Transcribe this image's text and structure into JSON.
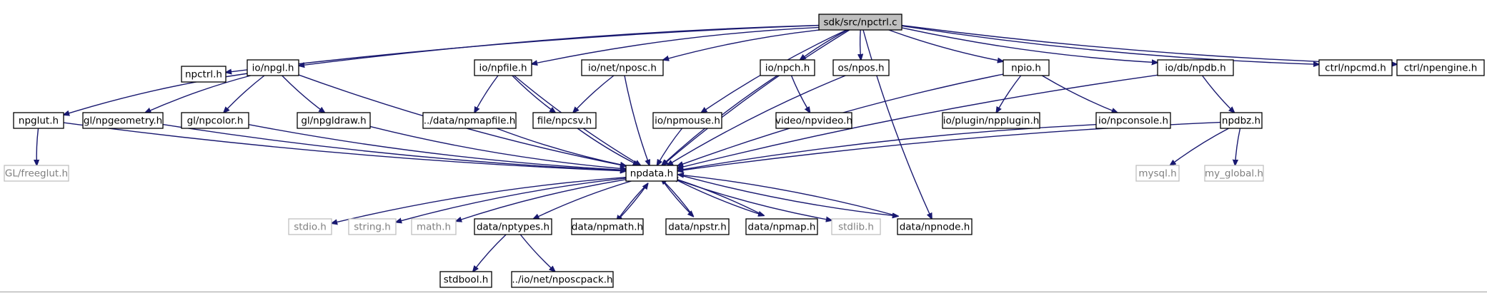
{
  "diagram": {
    "type": "include-dependency-graph",
    "root": "root",
    "nodes": [
      {
        "id": "root",
        "label": "sdk/src/npctrl.c",
        "kind": "root",
        "clickable": false
      },
      {
        "id": "npctrl_h",
        "label": "npctrl.h",
        "kind": "file",
        "clickable": true
      },
      {
        "id": "io_npgl",
        "label": "io/npgl.h",
        "kind": "file",
        "clickable": true
      },
      {
        "id": "io_npfile",
        "label": "io/npfile.h",
        "kind": "file",
        "clickable": true
      },
      {
        "id": "io_net_nposc",
        "label": "io/net/nposc.h",
        "kind": "file",
        "clickable": true
      },
      {
        "id": "io_npch",
        "label": "io/npch.h",
        "kind": "file",
        "clickable": true
      },
      {
        "id": "os_npos",
        "label": "os/npos.h",
        "kind": "file",
        "clickable": true
      },
      {
        "id": "npio",
        "label": "npio.h",
        "kind": "file",
        "clickable": true
      },
      {
        "id": "io_db_npdb",
        "label": "io/db/npdb.h",
        "kind": "file",
        "clickable": true
      },
      {
        "id": "ctrl_npcmd",
        "label": "ctrl/npcmd.h",
        "kind": "file",
        "clickable": true
      },
      {
        "id": "ctrl_npengine",
        "label": "ctrl/npengine.h",
        "kind": "file",
        "clickable": true
      },
      {
        "id": "npglut",
        "label": "npglut.h",
        "kind": "file",
        "clickable": true
      },
      {
        "id": "gl_npgeometry",
        "label": "gl/npgeometry.h",
        "kind": "file",
        "clickable": true
      },
      {
        "id": "gl_npcolor",
        "label": "gl/npcolor.h",
        "kind": "file",
        "clickable": true
      },
      {
        "id": "gl_npgldraw",
        "label": "gl/npgldraw.h",
        "kind": "file",
        "clickable": true
      },
      {
        "id": "data_npmapfile",
        "label": "../data/npmapfile.h",
        "kind": "file",
        "clickable": true
      },
      {
        "id": "file_npcsv",
        "label": "file/npcsv.h",
        "kind": "file",
        "clickable": true
      },
      {
        "id": "io_npmouse",
        "label": "io/npmouse.h",
        "kind": "file",
        "clickable": true
      },
      {
        "id": "video_npvideo",
        "label": "video/npvideo.h",
        "kind": "file",
        "clickable": true
      },
      {
        "id": "io_plugin_npplugin",
        "label": "io/plugin/npplugin.h",
        "kind": "file",
        "clickable": true
      },
      {
        "id": "io_npconsole",
        "label": "io/npconsole.h",
        "kind": "file",
        "clickable": true
      },
      {
        "id": "npdbz",
        "label": "npdbz.h",
        "kind": "file",
        "clickable": true
      },
      {
        "id": "gl_freeglut",
        "label": "GL/freeglut.h",
        "kind": "missing",
        "clickable": false
      },
      {
        "id": "npdata",
        "label": "npdata.h",
        "kind": "file",
        "clickable": true
      },
      {
        "id": "mysql",
        "label": "mysql.h",
        "kind": "missing",
        "clickable": false
      },
      {
        "id": "my_global",
        "label": "my_global.h",
        "kind": "missing",
        "clickable": false
      },
      {
        "id": "stdio",
        "label": "stdio.h",
        "kind": "missing",
        "clickable": false
      },
      {
        "id": "string",
        "label": "string.h",
        "kind": "missing",
        "clickable": false
      },
      {
        "id": "math",
        "label": "math.h",
        "kind": "missing",
        "clickable": false
      },
      {
        "id": "data_nptypes",
        "label": "data/nptypes.h",
        "kind": "file",
        "clickable": true
      },
      {
        "id": "data_npmath",
        "label": "data/npmath.h",
        "kind": "file",
        "clickable": true
      },
      {
        "id": "data_npstr",
        "label": "data/npstr.h",
        "kind": "file",
        "clickable": true
      },
      {
        "id": "data_npmap",
        "label": "data/npmap.h",
        "kind": "file",
        "clickable": true
      },
      {
        "id": "stdlib",
        "label": "stdlib.h",
        "kind": "missing",
        "clickable": false
      },
      {
        "id": "data_npnode",
        "label": "data/npnode.h",
        "kind": "file",
        "clickable": true
      },
      {
        "id": "stdbool",
        "label": "stdbool.h",
        "kind": "file",
        "clickable": true
      },
      {
        "id": "io_net_nposcpack",
        "label": "../io/net/nposcpack.h",
        "kind": "file",
        "clickable": true
      }
    ],
    "edges": [
      [
        "root",
        "npctrl_h"
      ],
      [
        "root",
        "io_npgl"
      ],
      [
        "root",
        "io_npfile"
      ],
      [
        "root",
        "io_net_nposc"
      ],
      [
        "root",
        "io_npch"
      ],
      [
        "root",
        "os_npos"
      ],
      [
        "root",
        "npio"
      ],
      [
        "root",
        "io_db_npdb"
      ],
      [
        "root",
        "ctrl_npcmd"
      ],
      [
        "root",
        "ctrl_npengine"
      ],
      [
        "root",
        "io_npmouse"
      ],
      [
        "root",
        "npdata"
      ],
      [
        "root",
        "data_npnode"
      ],
      [
        "io_npgl",
        "npglut"
      ],
      [
        "io_npgl",
        "gl_npgeometry"
      ],
      [
        "io_npgl",
        "gl_npcolor"
      ],
      [
        "io_npgl",
        "gl_npgldraw"
      ],
      [
        "io_npgl",
        "npdata"
      ],
      [
        "npglut",
        "gl_freeglut"
      ],
      [
        "npglut",
        "npdata"
      ],
      [
        "gl_npgeometry",
        "npdata"
      ],
      [
        "gl_npcolor",
        "npdata"
      ],
      [
        "gl_npgldraw",
        "npdata"
      ],
      [
        "io_npfile",
        "data_npmapfile"
      ],
      [
        "io_npfile",
        "file_npcsv"
      ],
      [
        "io_npfile",
        "npdata"
      ],
      [
        "io_net_nposc",
        "file_npcsv"
      ],
      [
        "io_net_nposc",
        "npdata"
      ],
      [
        "data_npmapfile",
        "npdata"
      ],
      [
        "file_npcsv",
        "npdata"
      ],
      [
        "io_npmouse",
        "npdata"
      ],
      [
        "io_npch",
        "video_npvideo"
      ],
      [
        "io_npch",
        "npdata"
      ],
      [
        "os_npos",
        "npdata"
      ],
      [
        "npio",
        "io_plugin_npplugin"
      ],
      [
        "npio",
        "io_npconsole"
      ],
      [
        "npio",
        "npdata"
      ],
      [
        "io_npconsole",
        "npdata"
      ],
      [
        "io_db_npdb",
        "npdbz"
      ],
      [
        "io_db_npdb",
        "npdata"
      ],
      [
        "npdbz",
        "mysql"
      ],
      [
        "npdbz",
        "my_global"
      ],
      [
        "npdbz",
        "npdata"
      ],
      [
        "npdata",
        "stdio"
      ],
      [
        "npdata",
        "string"
      ],
      [
        "npdata",
        "math"
      ],
      [
        "npdata",
        "data_nptypes"
      ],
      [
        "npdata",
        "data_npmath"
      ],
      [
        "npdata",
        "data_npstr"
      ],
      [
        "npdata",
        "data_npmap"
      ],
      [
        "npdata",
        "stdlib"
      ],
      [
        "npdata",
        "data_npnode"
      ],
      [
        "data_npmath",
        "npdata"
      ],
      [
        "data_npstr",
        "npdata"
      ],
      [
        "data_npmap",
        "npdata"
      ],
      [
        "data_npnode",
        "npdata"
      ],
      [
        "data_nptypes",
        "stdbool"
      ],
      [
        "data_nptypes",
        "io_net_nposcpack"
      ]
    ]
  }
}
